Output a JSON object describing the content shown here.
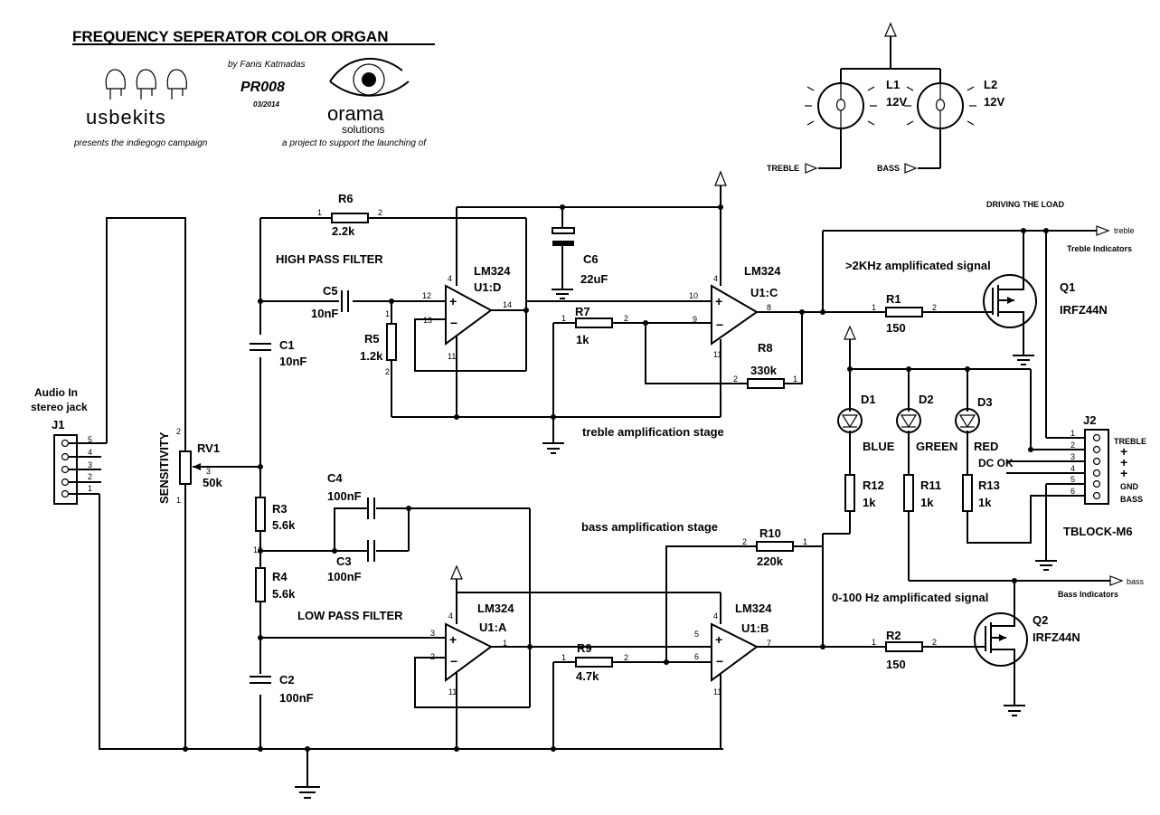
{
  "header": {
    "title": "FREQUENCY SEPERATOR COLOR ORGAN",
    "author": "by Fanis Katmadas",
    "code": "PR008",
    "date": "03/2014",
    "logo_left": "usbekits",
    "logo_left_caption": "presents the indiegogo campaign",
    "logo_right_line1": "orama",
    "logo_right_line2": "solutions",
    "logo_right_caption": "a project to support the launching of"
  },
  "sections": {
    "high_pass": "HIGH PASS FILTER",
    "low_pass": "LOW PASS FILTER",
    "treble_stage": "treble amplification stage",
    "bass_stage": "bass amplification stage",
    "driving": "DRIVING THE LOAD",
    "treble_signal": ">2KHz amplificated signal",
    "bass_signal": "0-100 Hz amplificated signal",
    "treble_ind": "Treble Indicators",
    "bass_ind": "Bass Indicators"
  },
  "components": {
    "J1": {
      "ref": "J1",
      "label1": "Audio In",
      "label2": "stereo jack",
      "pins": [
        "5",
        "4",
        "3",
        "2",
        "1"
      ]
    },
    "RV1": {
      "ref": "RV1",
      "value": "50k",
      "label": "SENSITIVITY"
    },
    "R6": {
      "ref": "R6",
      "value": "2.2k"
    },
    "C5": {
      "ref": "C5",
      "value": "10nF"
    },
    "C1": {
      "ref": "C1",
      "value": "10nF"
    },
    "R5": {
      "ref": "R5",
      "value": "1.2k"
    },
    "U1D": {
      "ref": "U1:D",
      "part": "LM324"
    },
    "C6": {
      "ref": "C6",
      "value": "22uF"
    },
    "R7": {
      "ref": "R7",
      "value": "1k"
    },
    "U1C": {
      "ref": "U1:C",
      "part": "LM324"
    },
    "R8": {
      "ref": "R8",
      "value": "330k"
    },
    "R3": {
      "ref": "R3",
      "value": "5.6k"
    },
    "R4": {
      "ref": "R4",
      "value": "5.6k"
    },
    "C4": {
      "ref": "C4",
      "value": "100nF"
    },
    "C3": {
      "ref": "C3",
      "value": "100nF"
    },
    "C2": {
      "ref": "C2",
      "value": "100nF"
    },
    "U1A": {
      "ref": "U1:A",
      "part": "LM324"
    },
    "R9": {
      "ref": "R9",
      "value": "4.7k"
    },
    "U1B": {
      "ref": "U1:B",
      "part": "LM324"
    },
    "R10": {
      "ref": "R10",
      "value": "220k"
    },
    "R1": {
      "ref": "R1",
      "value": "150"
    },
    "R2": {
      "ref": "R2",
      "value": "150"
    },
    "Q1": {
      "ref": "Q1",
      "part": "IRFZ44N"
    },
    "Q2": {
      "ref": "Q2",
      "part": "IRFZ44N"
    },
    "L1": {
      "ref": "L1",
      "value": "12V"
    },
    "L2": {
      "ref": "L2",
      "value": "12V"
    },
    "D1": {
      "ref": "D1",
      "color": "BLUE"
    },
    "D2": {
      "ref": "D2",
      "color": "GREEN"
    },
    "D3": {
      "ref": "D3",
      "color": "RED"
    },
    "R11": {
      "ref": "R11",
      "value": "1k"
    },
    "R12": {
      "ref": "R12",
      "value": "1k"
    },
    "R13": {
      "ref": "R13",
      "value": "1k"
    },
    "J2": {
      "ref": "J2",
      "part": "TBLOCK-M6",
      "pins": [
        "1",
        "2",
        "3",
        "4",
        "5",
        "6"
      ],
      "label_treble": "TREBLE",
      "label_gnd": "GND",
      "label_bass": "BASS",
      "label_dcok": "DC OK"
    }
  },
  "nets": {
    "treble": "TREBLE",
    "bass": "BASS",
    "treble_out": "treble",
    "bass_out": "bass"
  }
}
